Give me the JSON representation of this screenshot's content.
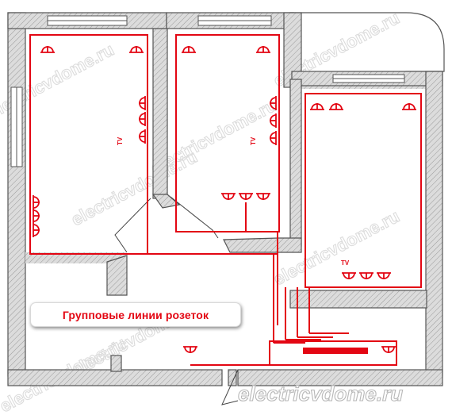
{
  "diagram": {
    "caption": "Групповые линии розеток",
    "tv_label": "TV",
    "watermark": "electricvdome.ru",
    "colors": {
      "wire": "#e30613",
      "wall_fill": "#d4d4d4",
      "wall_stroke": "#555555",
      "background": "#ffffff"
    }
  }
}
